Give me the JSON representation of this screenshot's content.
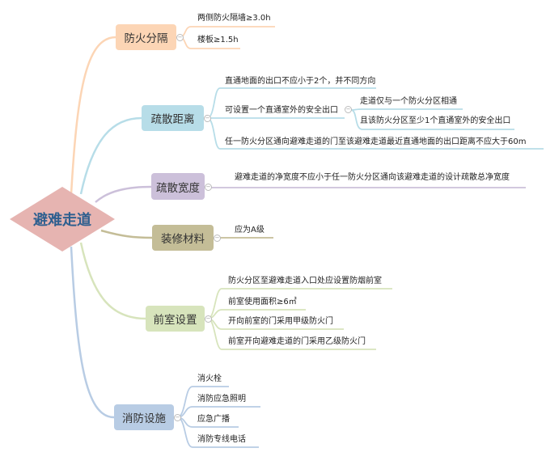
{
  "root": {
    "label": "避难走道",
    "color": "#e6b4b1"
  },
  "branches": [
    {
      "label": "防火分隔",
      "color": "#fcd5b5",
      "children": [
        "两侧防火隔墙≥3.0h",
        "楼板≥1.5h"
      ]
    },
    {
      "label": "疏散距离",
      "color": "#b7dde8",
      "children": [
        "直通地面的出口不应小于2个，并不同方向",
        "可设置一个直通室外的安全出口",
        "任一防火分区通向避难走道的门至该避难走道最近直通地面的出口距离不应大于60m"
      ],
      "sub_children": [
        "走道仅与一个防火分区相通",
        "且该防火分区至少1个直通室外的安全出口"
      ]
    },
    {
      "label": "疏散宽度",
      "color": "#ccc0da",
      "children": [
        "避难走道的净宽度不应小于任一防火分区通向该避难走道的设计疏散总净宽度"
      ]
    },
    {
      "label": "装修材料",
      "color": "#c4bd97",
      "children": [
        "应为A级"
      ]
    },
    {
      "label": "前室设置",
      "color": "#d7e4bc",
      "children": [
        "防火分区至避难走道入口处应设置防烟前室",
        "前室使用面积≥6㎡",
        "开向前室的门采用甲级防火门",
        "前室开向避难走道的门采用乙级防火门"
      ]
    },
    {
      "label": "消防设施",
      "color": "#b8cce4",
      "children": [
        "消火栓",
        "消防应急照明",
        "应急广播",
        "消防专线电话"
      ]
    }
  ]
}
